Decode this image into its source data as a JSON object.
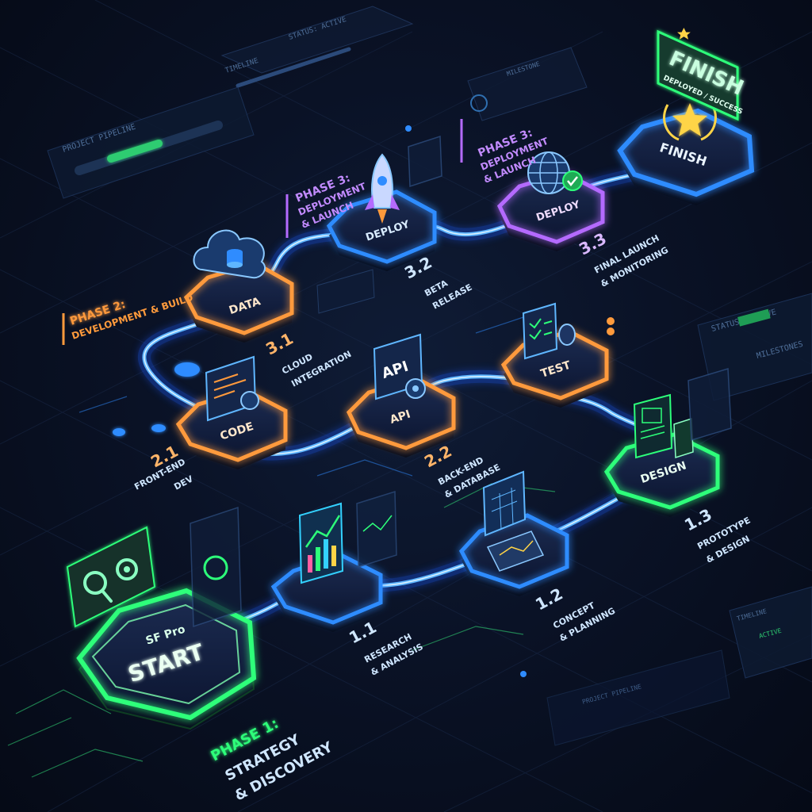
{
  "colors": {
    "green": "#2dff7a",
    "blue": "#2f8cff",
    "orange": "#ff9a3c",
    "purple": "#b46bff",
    "cyan": "#33d1ff",
    "gold": "#ffd447"
  },
  "hud": {
    "status_top": "STATUS: ACTIVE",
    "timeline_top": "TIMELINE",
    "milestone_top": "MILESTONE",
    "project_pipeline_left": "PROJECT PIPELINE",
    "status_right": "STATUS: ACTIVE",
    "milestones_right": "MILESTONES",
    "timeline_br": "TIMELINE",
    "active_br": "ACTIVE",
    "project_pipeline_bottom": "PROJECT PIPELINE"
  },
  "phases": {
    "p1": {
      "line1": "PHASE 1:",
      "line2": "STRATEGY",
      "line3": "& DISCOVERY"
    },
    "p2": {
      "line1": "PHASE 2:",
      "line2": "DEVELOPMENT & BUILD"
    },
    "p3a": {
      "line1": "PHASE 3:",
      "line2": "DEPLOYMENT",
      "line3": "& LAUNCH"
    },
    "p3b": {
      "line1": "PHASE 3:",
      "line2": "DEPLOYMENT",
      "line3": "& LAUNCH"
    }
  },
  "start": {
    "small": "SF Pro",
    "label": "START"
  },
  "finish": {
    "node_label": "FINISH",
    "sign_title": "FINISH",
    "sign_sub": "DEPLOYED / SUCCESS"
  },
  "nodes": {
    "n11": {
      "num": "1.1",
      "line1": "RESEARCH",
      "line2": "& ANALYSIS"
    },
    "n12": {
      "num": "1.2",
      "line1": "CONCEPT",
      "line2": "& PLANNING"
    },
    "n13": {
      "label": "DESIGN",
      "num": "1.3",
      "line1": "PROTOTYPE",
      "line2": "& DESIGN"
    },
    "n21": {
      "label": "CODE",
      "num": "2.1",
      "line1": "FRONT-END",
      "line2": "DEV"
    },
    "n22": {
      "label": "API",
      "icon_text": "API",
      "num": "2.2",
      "line1": "BACK-END",
      "line2": "& DATABASE"
    },
    "n23": {
      "label": "TEST"
    },
    "n31": {
      "label": "DATA",
      "num": "3.1",
      "line1": "CLOUD",
      "line2": "INTEGRATION"
    },
    "n32": {
      "label": "DEPLOY",
      "num": "3.2",
      "line1": "BETA",
      "line2": "RELEASE"
    },
    "n33": {
      "label": "DEPLOY",
      "num": "3.3",
      "line1": "FINAL LAUNCH",
      "line2": "& MONITORING"
    }
  }
}
